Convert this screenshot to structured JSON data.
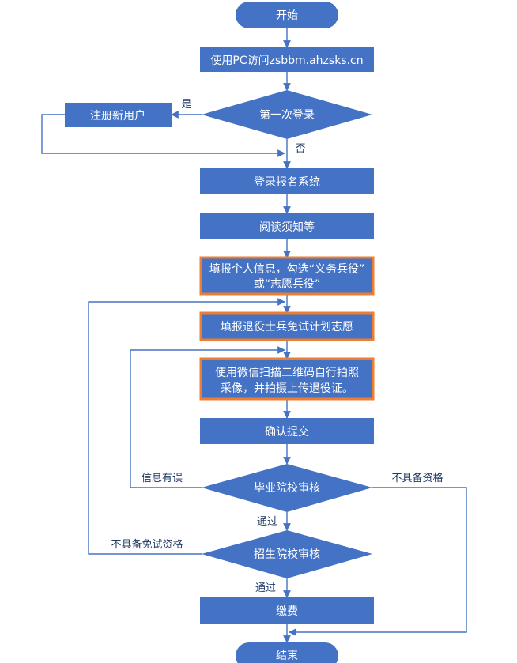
{
  "flowchart": {
    "start": "开始",
    "access": "使用PC访问zsbbm.ahzsks.cn",
    "first_login": "第一次登录",
    "register": "注册新用户",
    "yes": "是",
    "no": "否",
    "login": "登录报名系统",
    "read": "阅读须知等",
    "fill_info_line1": "填报个人信息，勾选“义务兵役”",
    "fill_info_line2": "或“志愿兵役”",
    "fill_plan": "填报退役士兵免试计划志愿",
    "upload_line1": "使用微信扫描二维码自行拍照",
    "upload_line2": "采像，并拍摄上传退役证。",
    "submit": "确认提交",
    "grad_review": "毕业院校审核",
    "info_error": "信息有误",
    "not_qualified": "不具备资格",
    "pass1": "通过",
    "enroll_review": "招生院校审核",
    "not_exempt": "不具备免试资格",
    "pass2": "通过",
    "pay": "缴费",
    "end": "结束"
  }
}
